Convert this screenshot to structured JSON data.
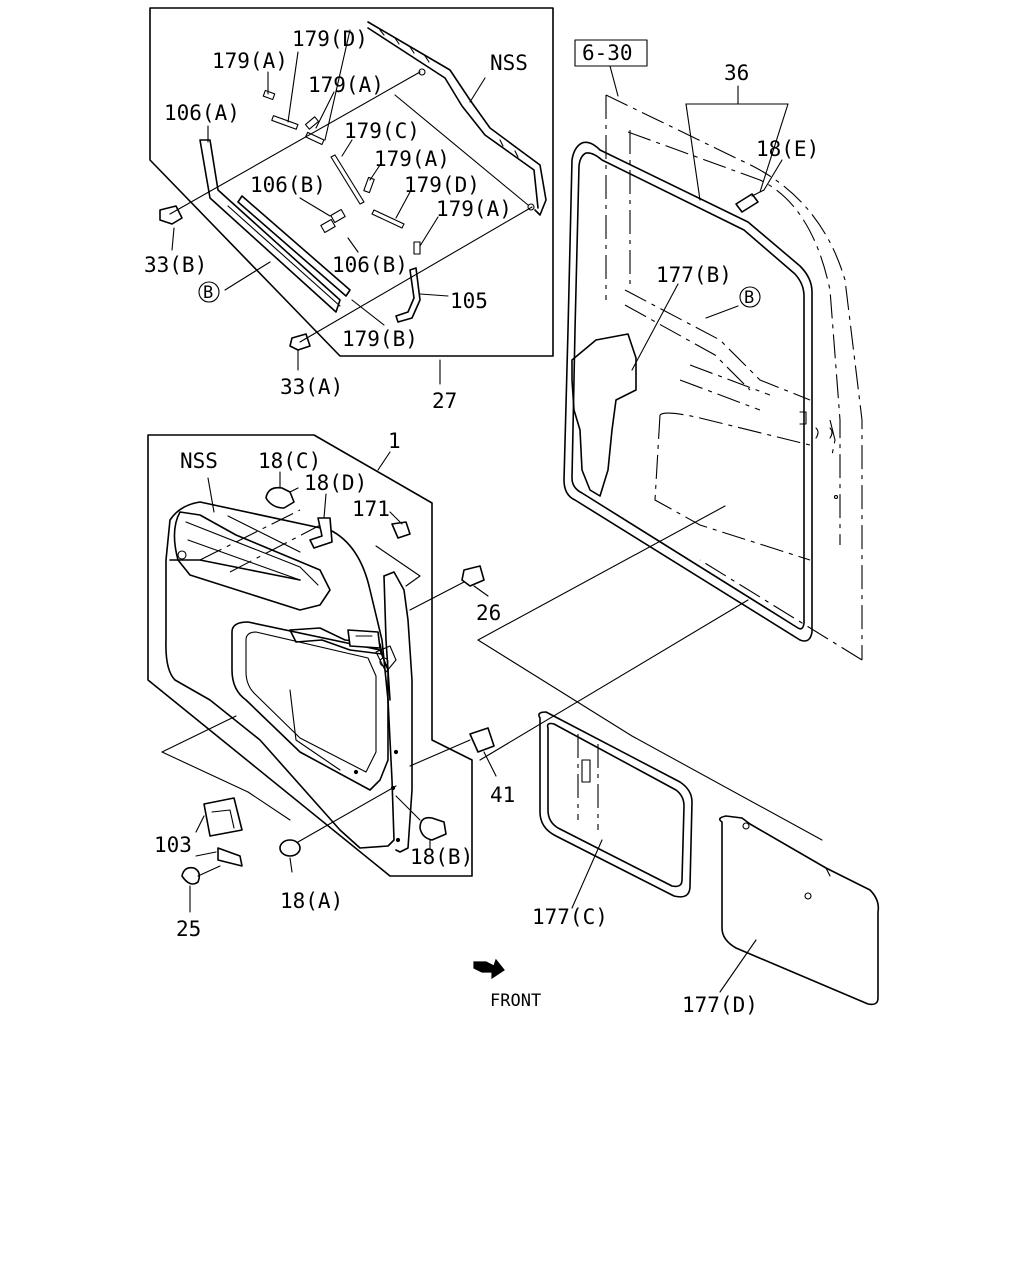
{
  "labels": {
    "p179a_1": "179(A)",
    "p179d_1": "179(D)",
    "p179a_2": "179(A)",
    "nss_top": "NSS",
    "p106a": "106(A)",
    "p179c": "179(C)",
    "p179a_3": "179(A)",
    "p106b_1": "106(B)",
    "p179d_2": "179(D)",
    "p179a_4": "179(A)",
    "p33b": "33(B)",
    "p106b_2": "106(B)",
    "callout_b_1": "B",
    "p105": "105",
    "p179b": "179(B)",
    "p33a": "33(A)",
    "p27": "27",
    "ref_6_30": "6-30",
    "p36": "36",
    "p18e": "18(E)",
    "p177b": "177(B)",
    "callout_b_2": "B",
    "p1": "1",
    "nss_mid": "NSS",
    "p18c": "18(C)",
    "p18d": "18(D)",
    "p171": "171",
    "p26": "26",
    "p41": "41",
    "p103": "103",
    "p25": "25",
    "p18a": "18(A)",
    "p18b": "18(B)",
    "p177c": "177(C)",
    "front": "FRONT",
    "p177d": "177(D)"
  }
}
